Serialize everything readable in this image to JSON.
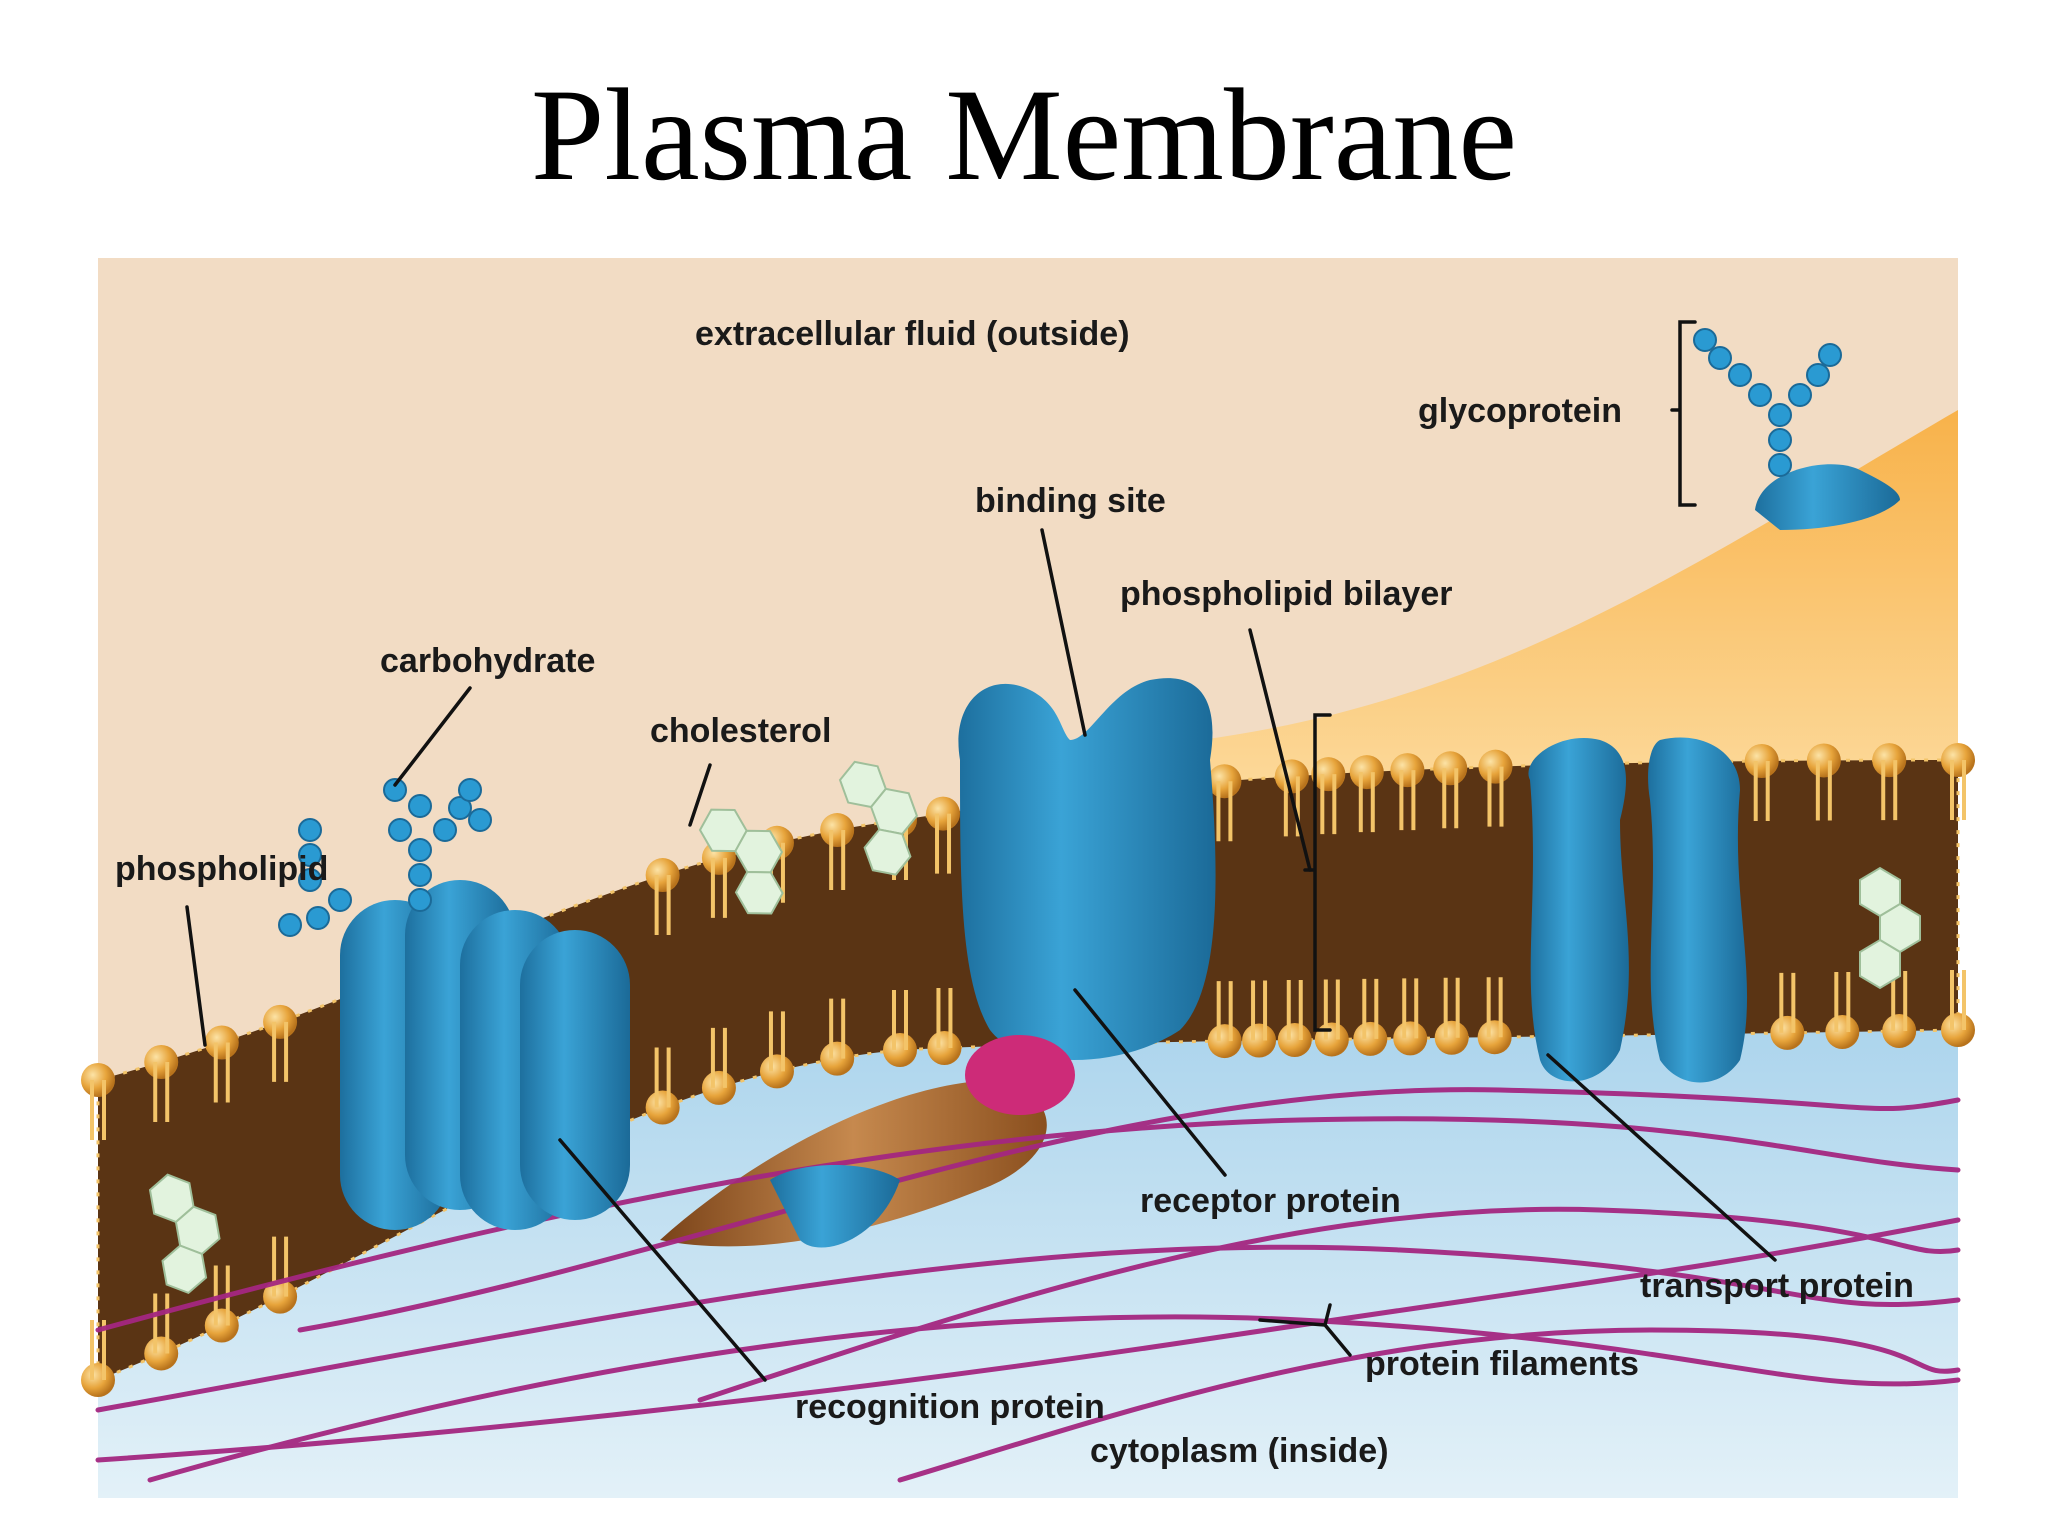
{
  "title": "Plasma Membrane",
  "labels": {
    "extracellular": "extracellular fluid (outside)",
    "glycoprotein": "glycoprotein",
    "binding_site": "binding site",
    "phospholipid_bilayer": "phospholipid bilayer",
    "carbohydrate": "carbohydrate",
    "cholesterol": "cholesterol",
    "phospholipid": "phospholipid",
    "receptor_protein": "receptor protein",
    "transport_protein": "transport protein",
    "protein_filaments": "protein filaments",
    "recognition_protein": "recognition protein",
    "cytoplasm": "cytoplasm (inside)"
  },
  "colors": {
    "extracellular": "#f2dcc4",
    "cytoplasm": "#c3e0f0",
    "lipid_head": "#e7a43b",
    "lipid_tail": "#f3c469",
    "bilayer_core": "#5a3414",
    "protein": "#2a8fc6",
    "filament": "#a42781",
    "cholesterol": "#e2f3de",
    "receptor_blob": "#cd2b78"
  }
}
